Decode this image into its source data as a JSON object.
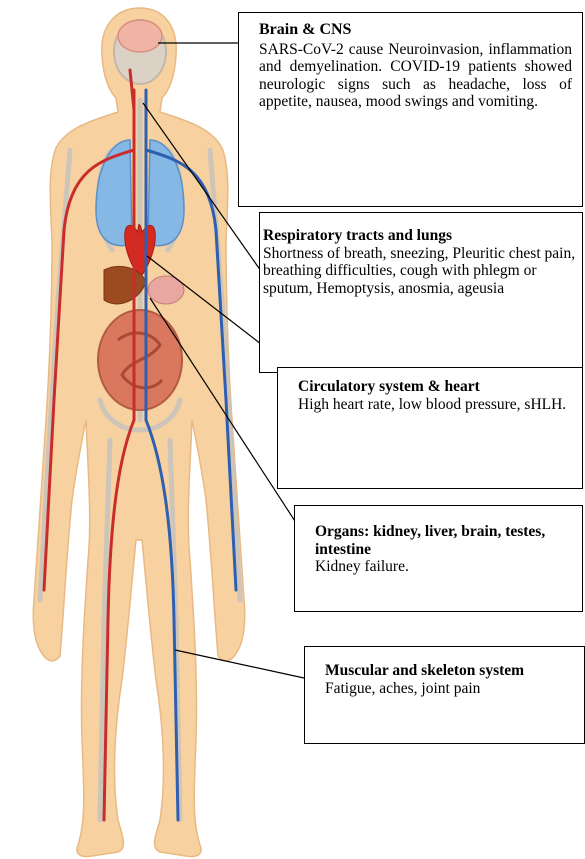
{
  "callouts": {
    "brain": {
      "title": "Brain & CNS",
      "body": "SARS-CoV-2 cause Neuroinvasion, inflammation and demyelination. COVID-19 patients showed neurologic signs such as headache, loss of appetite, nausea, mood swings and vomiting."
    },
    "respiratory": {
      "title": "Respiratory tracts and lungs",
      "body": "Shortness of breath, sneezing, Pleuritic chest pain, breathing difficulties, cough with phlegm or sputum, Hemoptysis, anosmia, ageusia"
    },
    "circulatory": {
      "title": "Circulatory system & heart",
      "body": "High heart rate, low blood pressure, sHLH."
    },
    "organs": {
      "title": "Organs: kidney, liver, brain, testes, intestine",
      "body": "Kidney failure."
    },
    "muscular": {
      "title": "Muscular and skeleton system",
      "body": "Fatigue, aches, joint pain"
    }
  },
  "colors": {
    "skin": "#f7d2a0",
    "skeleton": "#c9c3bd",
    "artery": "#c92d2b",
    "vein": "#2f5fb0",
    "lung": "#86b8e6",
    "heart": "#d62a20",
    "liver": "#9c4a20",
    "intestine": "#d9785e"
  }
}
